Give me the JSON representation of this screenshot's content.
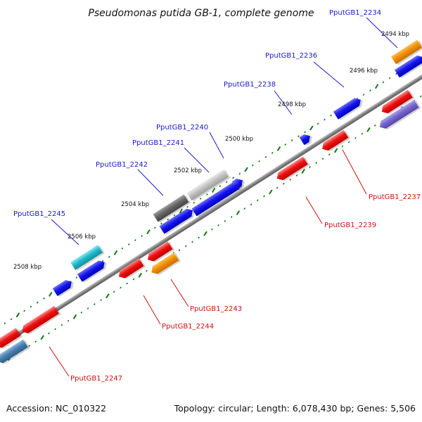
{
  "title": "Pseudomonas putida GB-1, complete genome",
  "footer": {
    "accession": "Accession: NC_010322",
    "summary": "Topology: circular; Length: 6,078,430 bp; Genes: 5,506"
  },
  "scale_labels": [
    "2494 kbp",
    "2496 kbp",
    "2498 kbp",
    "2500 kbp",
    "2502 kbp",
    "2504 kbp",
    "2506 kbp",
    "2508 kbp"
  ],
  "colors": {
    "forward_label": "#1a1acc",
    "reverse_label": "#cc1111",
    "red": "#ee1111",
    "blue": "#1515ee",
    "orange": "#f29000",
    "purple": "#7766cc",
    "steel": "#4a7fb0",
    "cyan": "#22bbcc",
    "gray_light": "#c4c4c4",
    "gray_dark": "#666666",
    "backbone": "#888888",
    "ticks": "#117711"
  },
  "labels": {
    "forward": [
      "PputGB1_2234",
      "PputGB1_2236",
      "PputGB1_2238",
      "PputGB1_2240",
      "PputGB1_2241",
      "PputGB1_2242",
      "PputGB1_2245"
    ],
    "reverse": [
      "PputGB1_2237",
      "PputGB1_2239",
      "PputGB1_2243",
      "PputGB1_2244",
      "PputGB1_2247"
    ]
  }
}
